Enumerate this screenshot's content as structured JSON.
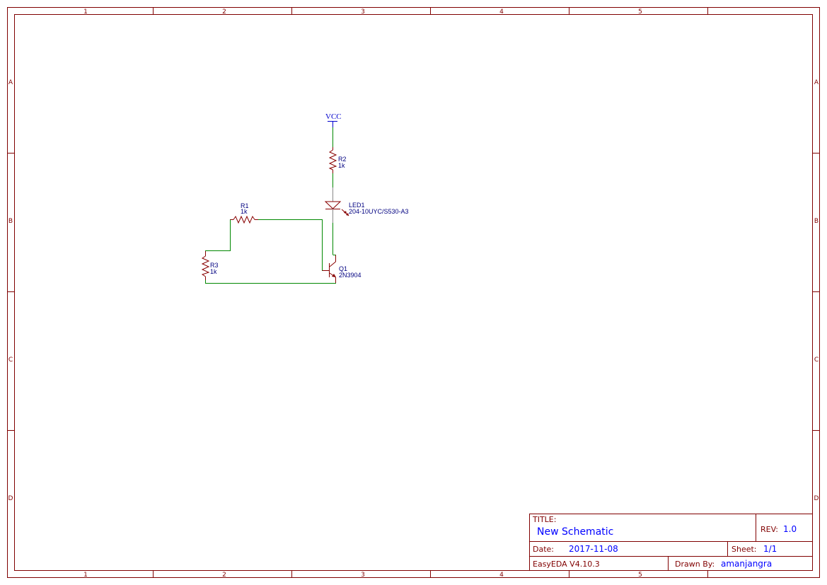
{
  "sheet": {
    "columns": [
      "1",
      "2",
      "3",
      "4",
      "5"
    ],
    "rows": [
      "A",
      "B",
      "C",
      "D"
    ],
    "frame_color": "#800000",
    "wire_color": "#008800",
    "part_color": "#880000",
    "label_color": "#000080"
  },
  "components": {
    "vcc": {
      "net": "VCC"
    },
    "r1": {
      "ref": "R1",
      "value": "1k"
    },
    "r2": {
      "ref": "R2",
      "value": "1k"
    },
    "r3": {
      "ref": "R3",
      "value": "1k"
    },
    "led1": {
      "ref": "LED1",
      "value": "204-10UYC/S530-A3"
    },
    "q1": {
      "ref": "Q1",
      "value": "2N3904"
    }
  },
  "title_block": {
    "title_label": "TITLE:",
    "title_value": "New Schematic",
    "rev_label": "REV:",
    "rev_value": "1.0",
    "date_label": "Date:",
    "date_value": "2017-11-08",
    "sheet_label": "Sheet:",
    "sheet_value": "1/1",
    "software": "EasyEDA V4.10.3",
    "drawn_by_label": "Drawn By:",
    "drawn_by_value": "amanjangra"
  }
}
